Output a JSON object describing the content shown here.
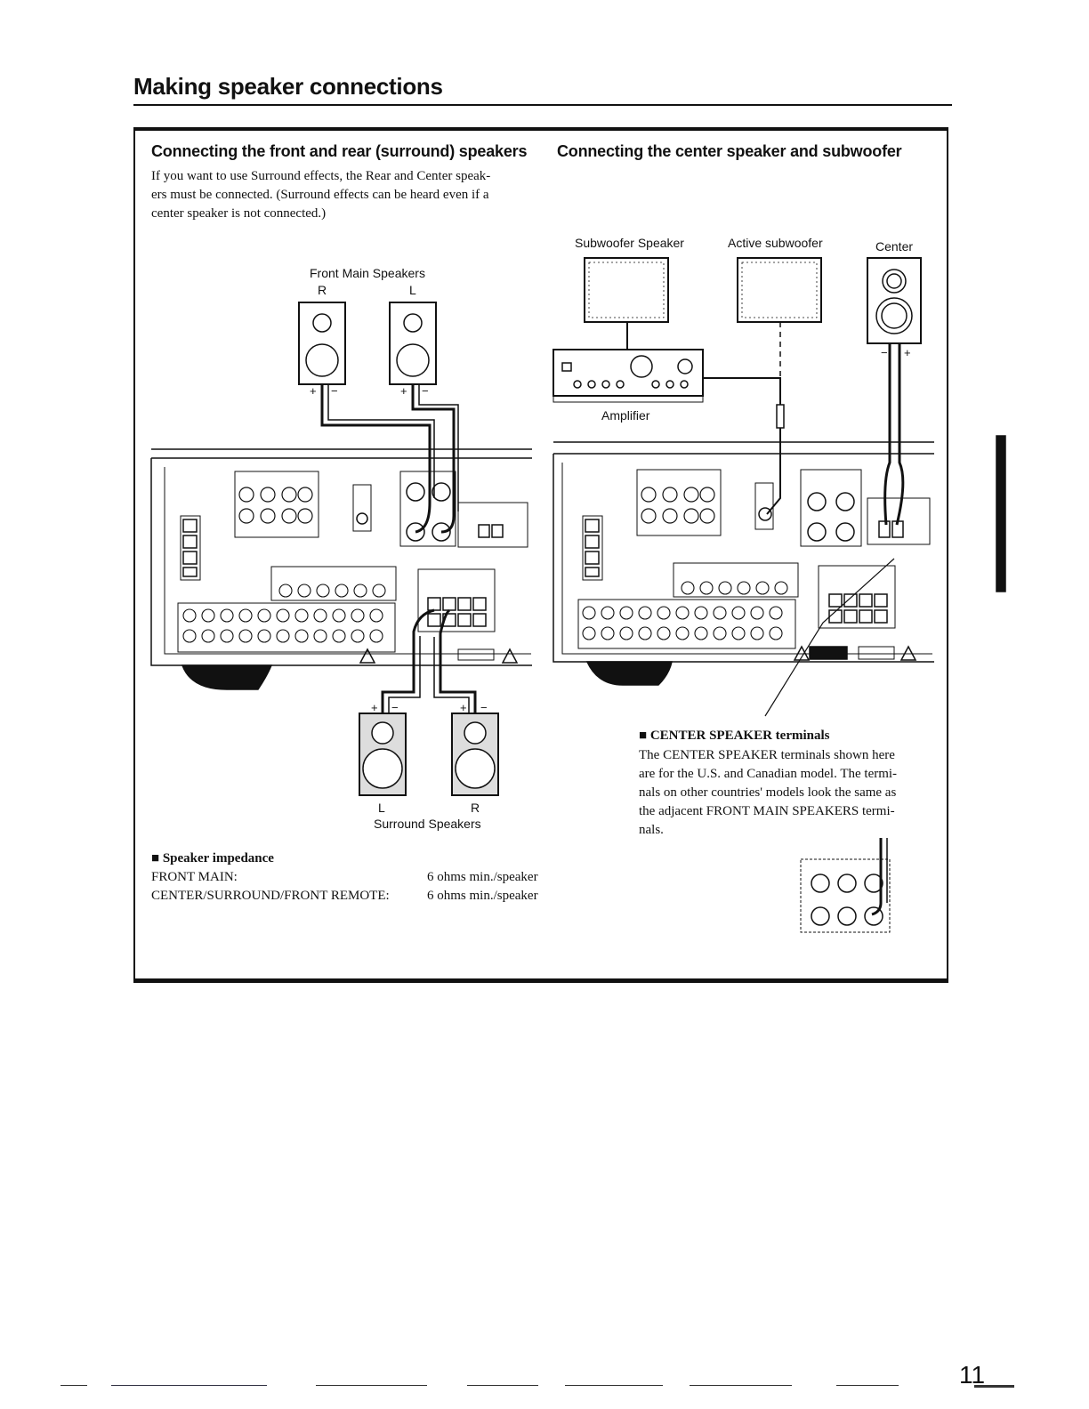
{
  "page": {
    "title": "Making speaker connections",
    "number": "11"
  },
  "left_section": {
    "heading": "Connecting the front and rear (surround) speakers",
    "intro": "If you want to use Surround effects, the Rear and Center speakers must be connected. (Surround effects can be heard even if a center speaker is not connected.)",
    "intro_lines": [
      "If you want to use Surround effects, the Rear and Center speak-",
      "ers must be connected. (Surround effects can be heard even if a",
      "center speaker is not connected.)"
    ],
    "front_label": "Front Main Speakers",
    "front_r": "R",
    "front_l": "L",
    "surround_label": "Surround Speakers",
    "surround_l": "L",
    "surround_r": "R",
    "impedance": {
      "heading": "Speaker impedance",
      "rows": [
        {
          "name": "FRONT MAIN:",
          "value": "6 ohms min./speaker"
        },
        {
          "name": "CENTER/SURROUND/FRONT REMOTE:",
          "value": "6 ohms min./speaker"
        }
      ]
    }
  },
  "right_section": {
    "heading": "Connecting the center speaker and subwoofer",
    "subwoofer_label": "Subwoofer Speaker",
    "active_sub_label": "Active subwoofer",
    "center_label": "Center",
    "amplifier_label": "Amplifier",
    "terminals": {
      "heading": "CENTER SPEAKER terminals",
      "lines": [
        "The CENTER SPEAKER terminals shown here",
        "are for the U.S. and Canadian model. The termi-",
        "nals on other countries' models look the same as",
        "the adjacent FRONT MAIN SPEAKERS termi-",
        "nals."
      ]
    }
  },
  "polarity": {
    "plus": "+",
    "minus": "−"
  }
}
